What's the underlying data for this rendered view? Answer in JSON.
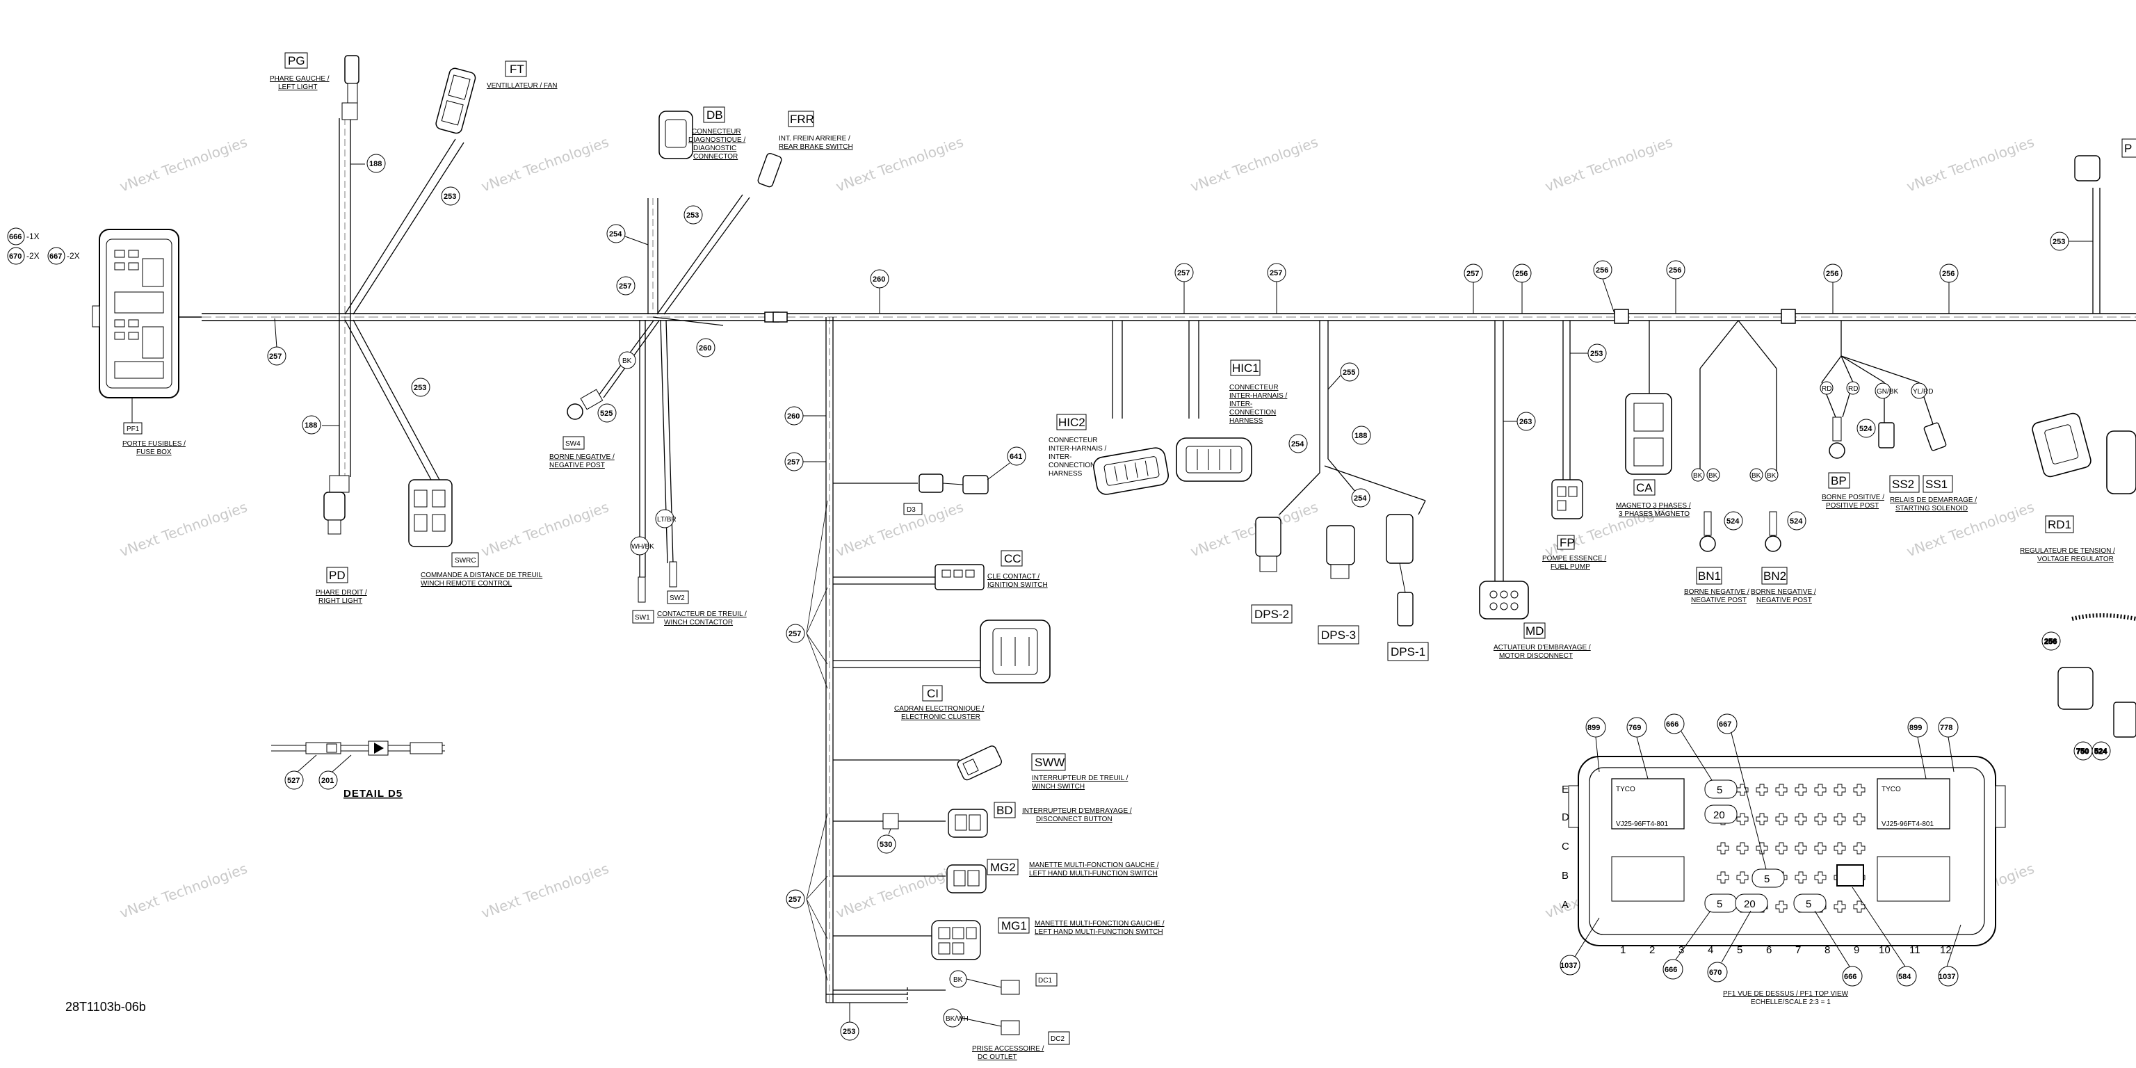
{
  "watermark": "vNext Technologies",
  "doc_id": "28T1103b-06b",
  "detail_label": "DETAIL D5",
  "fuse_qty": [
    {
      "ref": "666",
      "qty": "-1X"
    },
    {
      "ref": "670",
      "qty": "-2X"
    },
    {
      "ref": "667",
      "qty": "-2X"
    }
  ],
  "components": {
    "PG": {
      "code": "PG",
      "l1": "PHARE GAUCHE /",
      "l2": "LEFT LIGHT"
    },
    "FT": {
      "code": "FT",
      "l1": "VENTILLATEUR / FAN"
    },
    "DB": {
      "code": "DB",
      "l1": "CONNECTEUR",
      "l2": "DIAGNOSTIQUE /",
      "l3": "DIAGNOSTIC",
      "l4": "CONNECTOR"
    },
    "FRR": {
      "code": "FRR",
      "l1": "INT. FREIN ARRIERE /",
      "l2": "REAR BRAKE SWITCH"
    },
    "PF1": {
      "code": "PF1",
      "l1": "PORTE FUSIBLES /",
      "l2": "FUSE BOX"
    },
    "SW4": {
      "code": "SW4",
      "l1": "BORNE NEGATIVE /",
      "l2": "NEGATIVE POST"
    },
    "PD": {
      "code": "PD",
      "l1": "PHARE DROIT /",
      "l2": "RIGHT LIGHT"
    },
    "SWRC": {
      "code": "SWRC",
      "l1": "COMMANDE A DISTANCE DE TREUIL",
      "l2": "WINCH REMOTE CONTROL"
    },
    "SW1": {
      "code": "SW1"
    },
    "SW2": {
      "code": "SW2",
      "l1": "CONTACTEUR DE TREUIL /",
      "l2": "WINCH CONTACTOR"
    },
    "HIC2": {
      "code": "HIC2",
      "l1": "CONNECTEUR",
      "l2": "INTER-HARNAIS /",
      "l3": "INTER-",
      "l4": "CONNECTION",
      "l5": "HARNESS"
    },
    "HIC1": {
      "code": "HIC1",
      "l1": "CONNECTEUR",
      "l2": "INTER-HARNAIS /",
      "l3": "INTER-",
      "l4": "CONNECTION",
      "l5": "HARNESS"
    },
    "CC": {
      "code": "CC",
      "l1": "CLE CONTACT /",
      "l2": "IGNITION SWITCH"
    },
    "CI": {
      "code": "CI",
      "l1": "CADRAN ELECTRONIQUE /",
      "l2": "ELECTRONIC CLUSTER"
    },
    "SWW": {
      "code": "SWW",
      "l1": "INTERRUPTEUR DE TREUIL /",
      "l2": "WINCH SWITCH"
    },
    "BD": {
      "code": "BD",
      "l1": "INTERRUPTEUR D'EMBRAYAGE /",
      "l2": "DISCONNECT BUTTON"
    },
    "MG2": {
      "code": "MG2",
      "l1": "MANETTE MULTI-FONCTION GAUCHE /",
      "l2": "LEFT HAND MULTI-FUNCTION SWITCH"
    },
    "MG1": {
      "code": "MG1",
      "l1": "MANETTE MULTI-FONCTION GAUCHE /",
      "l2": "LEFT HAND MULTI-FUNCTION SWITCH"
    },
    "DC1": {
      "code": "DC1"
    },
    "DC2": {
      "code": "DC2",
      "l1": "PRISE ACCESSOIRE /",
      "l2": "DC OUTLET"
    },
    "DPS2": {
      "code": "DPS-2"
    },
    "DPS3": {
      "code": "DPS-3"
    },
    "DPS1": {
      "code": "DPS-1"
    },
    "MD": {
      "code": "MD",
      "l1": "ACTUATEUR D'EMBRAYAGE /",
      "l2": "MOTOR DISCONNECT"
    },
    "FP": {
      "code": "FP",
      "l1": "POMPE ESSENCE /",
      "l2": "FUEL PUMP"
    },
    "CA": {
      "code": "CA",
      "l1": "MAGNETO 3 PHASES /",
      "l2": "3 PHASES MAGNETO"
    },
    "BN1": {
      "code": "BN1",
      "l1": "BORNE NEGATIVE /",
      "l2": "NEGATIVE POST"
    },
    "BN2": {
      "code": "BN2",
      "l1": "BORNE NEGATIVE /",
      "l2": "NEGATIVE POST"
    },
    "BP": {
      "code": "BP",
      "l1": "BORNE POSITIVE /",
      "l2": "POSITIVE POST"
    },
    "SS2": {
      "code": "SS2"
    },
    "SS1": {
      "code": "SS1",
      "l1": "RELAIS DE DEMARRAGE /",
      "l2": "STARTING SOLENOID"
    },
    "RD1": {
      "code": "RD1",
      "l1": "REGULATEUR DE TENSION /",
      "l2": "VOLTAGE REGULATOR"
    },
    "P": {
      "code": "P"
    },
    "D3": {
      "code": "D3"
    }
  },
  "wire_refs": {
    "r188a": "188",
    "r253a": "253",
    "r257a": "257",
    "r188b": "188",
    "r253b": "253",
    "r254a": "254",
    "r253c": "253",
    "r257b": "257",
    "r260a": "260",
    "r260b": "260",
    "r525": "525",
    "r260c": "260",
    "r257c": "257",
    "r641": "641",
    "r257d": "257",
    "r257e": "257",
    "r530": "530",
    "r253d": "253",
    "r257f": "257",
    "r257g": "257",
    "r255": "255",
    "r254b": "254",
    "r188c": "188",
    "r254c": "254",
    "r257h": "257",
    "r256a": "256",
    "r256b": "256",
    "r256c": "256",
    "r253e": "253",
    "r263": "263",
    "r256d": "256",
    "r256e": "256",
    "r524a": "524",
    "r524b": "524",
    "r524c": "524",
    "r524d": "524",
    "r253f": "253",
    "r256f": "256",
    "r750": "750",
    "r527": "527",
    "r201": "201"
  },
  "wire_colors": {
    "bk1": "BK",
    "bk2": "BK",
    "bk3": "BK",
    "bk4": "BK",
    "bk5": "BK",
    "wbk": "WH/BK",
    "ltbr": "LT/BR",
    "rd1": "RD",
    "rd2": "RD",
    "gnbk": "GN/BK",
    "ylrd": "YL/RD",
    "bkdc": "BK/WH"
  },
  "fusebox": {
    "rows": [
      "E",
      "D",
      "C",
      "B",
      "A"
    ],
    "cols": [
      "1",
      "2",
      "3",
      "4",
      "5",
      "6",
      "7",
      "8",
      "9",
      "10",
      "11",
      "12"
    ],
    "tyco_left": "TYCO",
    "tyco_left_pn": "VJ25-96FT4-801",
    "tyco_right": "TYCO",
    "tyco_right_pn": "VJ25-96FT4-801",
    "fuse_ratings": [
      "5",
      "20",
      "5",
      "5",
      "20",
      "5"
    ],
    "callouts_top": [
      "899",
      "769",
      "666",
      "667",
      "899",
      "778"
    ],
    "callouts_bottom": [
      "1037",
      "666",
      "670",
      "666",
      "584",
      "1037"
    ],
    "caption": "PF1 VUE DE DESSUS / PF1 TOP VIEW",
    "scale": "ECHELLE/SCALE 2:3 = 1"
  },
  "colors": {
    "line": "#000000",
    "watermark": "#c9c9c9",
    "paper": "#ffffff"
  }
}
